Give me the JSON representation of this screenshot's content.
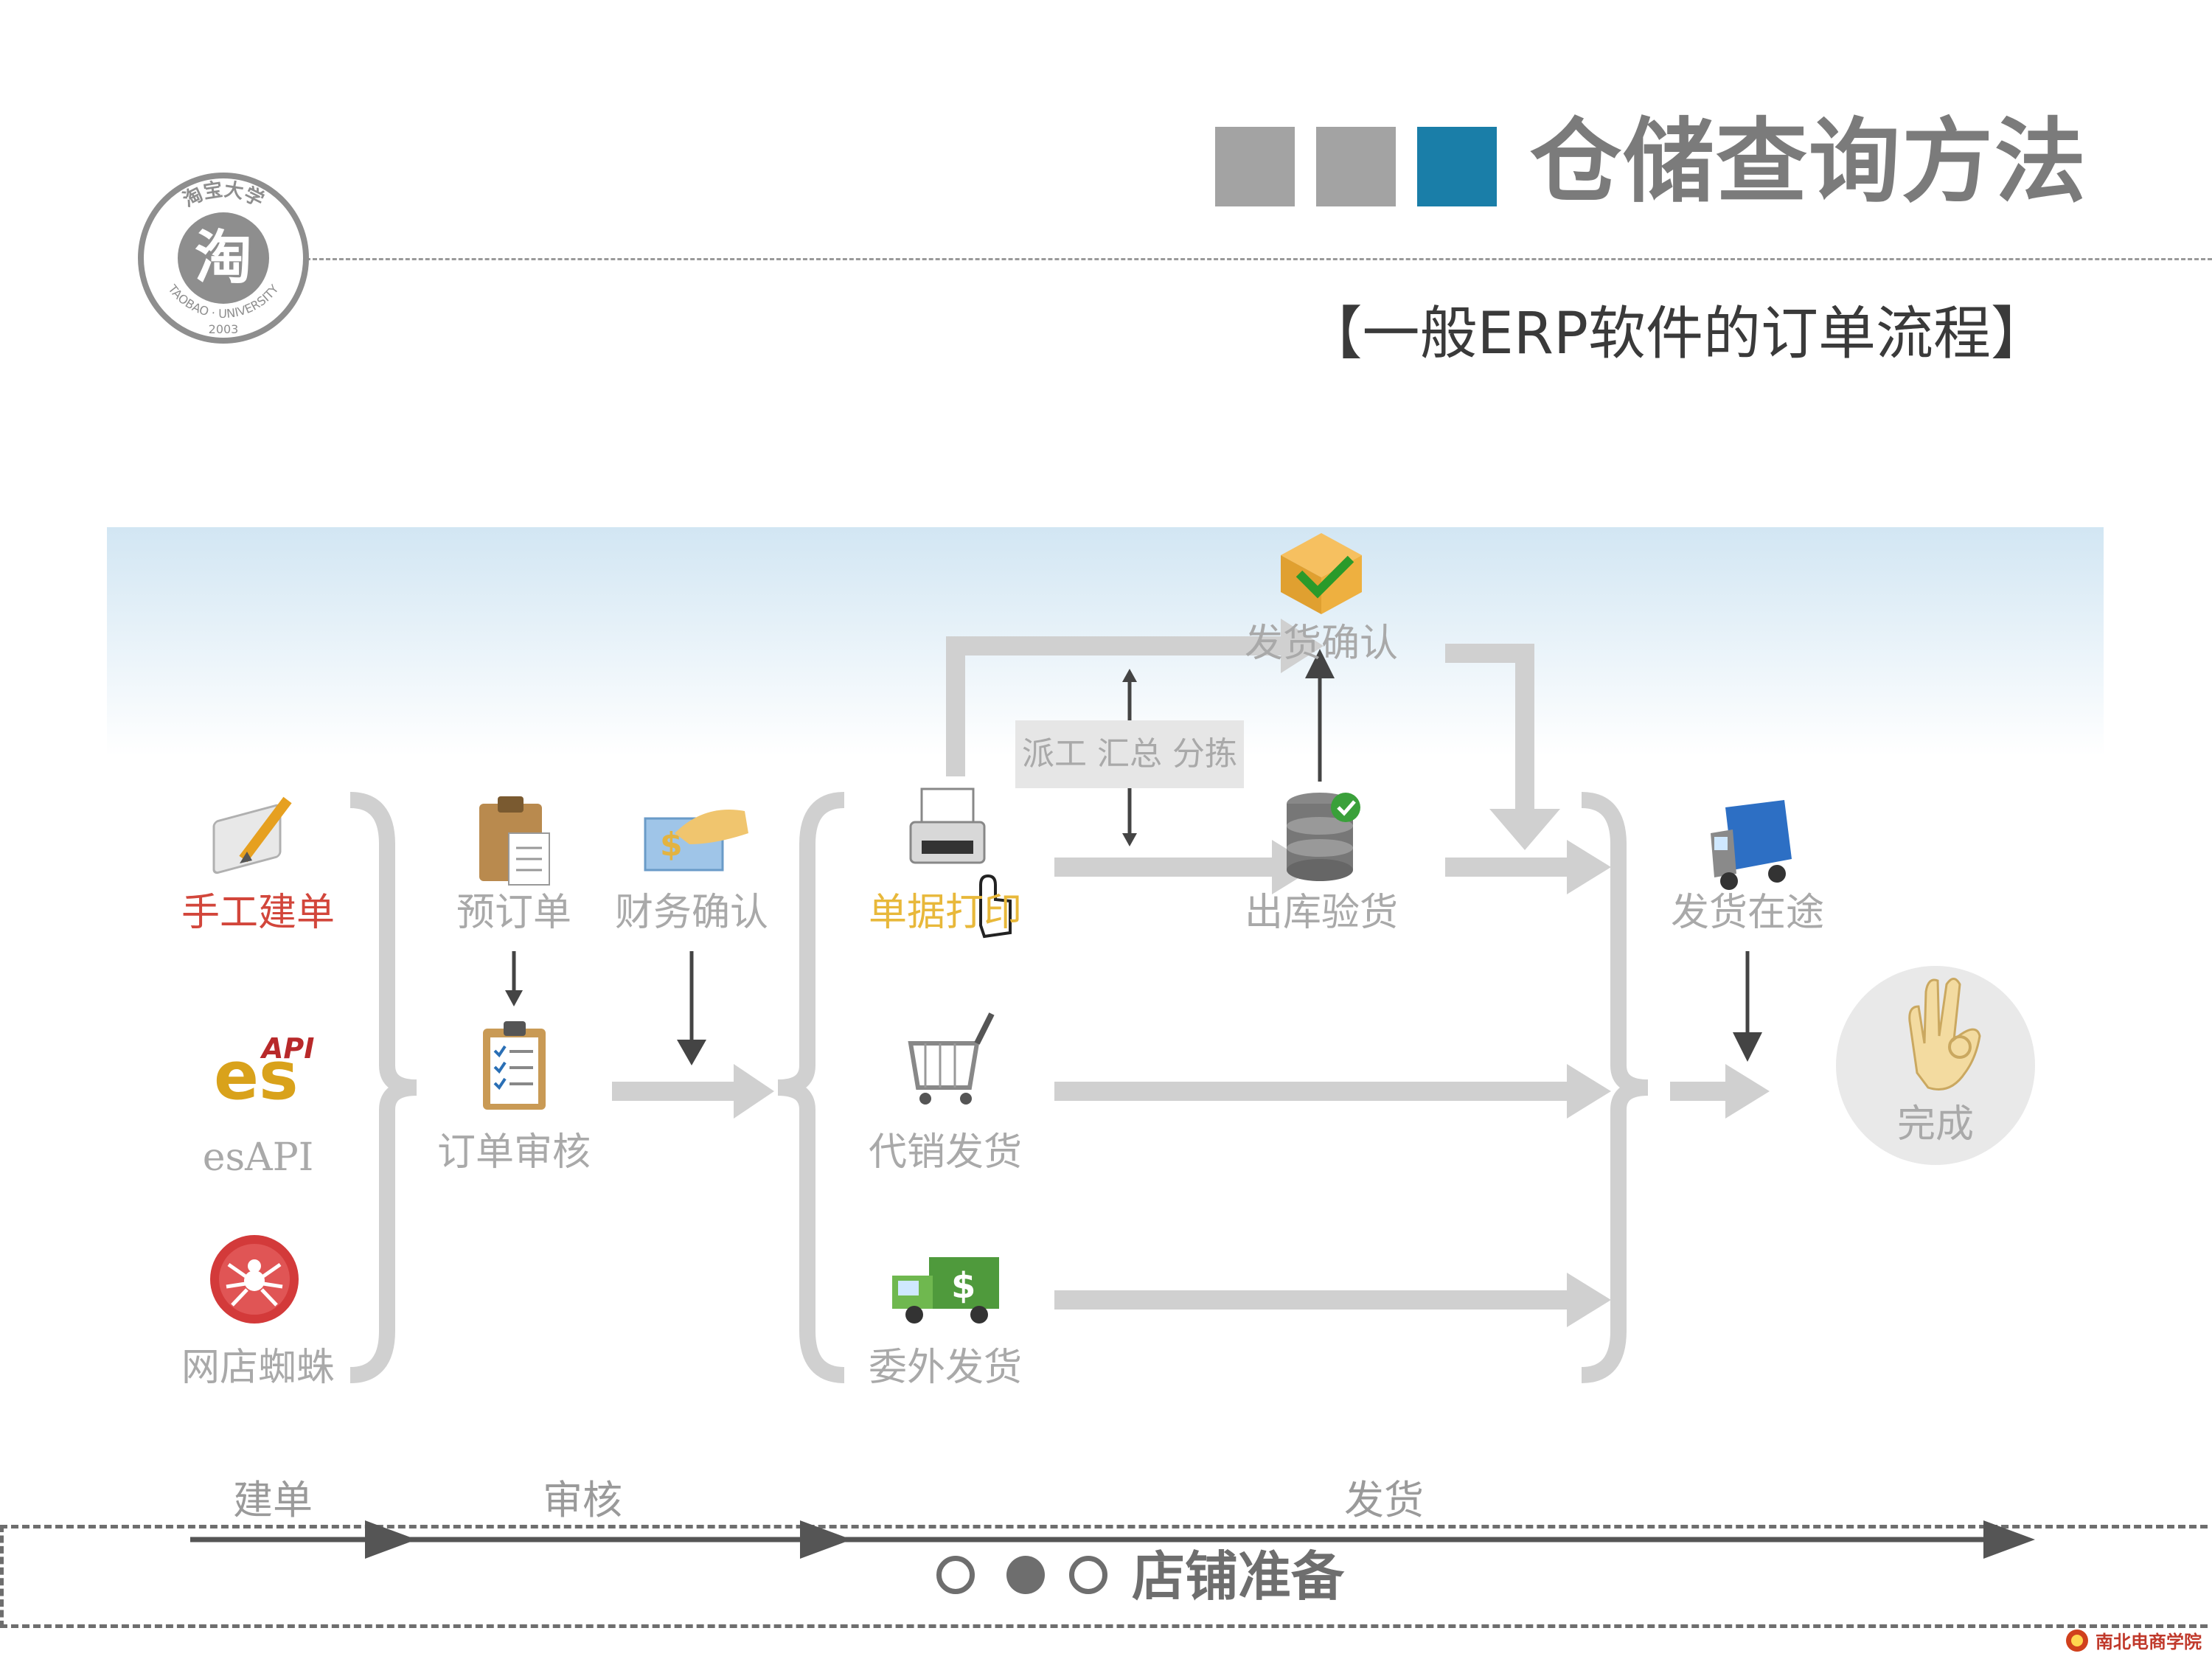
{
  "header": {
    "title": "仓储查询方法",
    "subtitle": "【一般ERP软件的订单流程】",
    "squares": [
      "#a3a3a3",
      "#a3a3a3",
      "#1a7ea8"
    ]
  },
  "logo": {
    "name": "淘宝大学",
    "char": "淘",
    "ring_text": "TAOBAO · UNIVERSITY",
    "year": "2003"
  },
  "diagram": {
    "labels": {
      "manual": "手工建单",
      "esapi": "esAPI",
      "spider": "网店蜘蛛",
      "preorder": "预订单",
      "audit": "订单审核",
      "finance": "财务确认",
      "print": "单据打印",
      "consign": "代销发货",
      "outsource": "委外发货",
      "ship_confirm": "发货确认",
      "outbound": "出库验货",
      "dispatch": "派工 汇总 分拣",
      "in_transit": "发货在途",
      "done": "完成"
    },
    "stages": [
      "建单",
      "审核",
      "发货"
    ],
    "icons": [
      "edit-icon",
      "esapi-logo-icon",
      "spider-icon",
      "clipboard-icon",
      "checklist-icon",
      "money-hand-icon",
      "printer-icon",
      "shopping-cart-icon",
      "money-truck-icon",
      "box-check-icon",
      "database-check-icon",
      "delivery-truck-icon",
      "ok-hand-icon"
    ]
  },
  "footer": {
    "text": "店铺准备",
    "dots": [
      "empty",
      "filled",
      "empty"
    ]
  },
  "corner": {
    "text": "南北电商学院"
  }
}
